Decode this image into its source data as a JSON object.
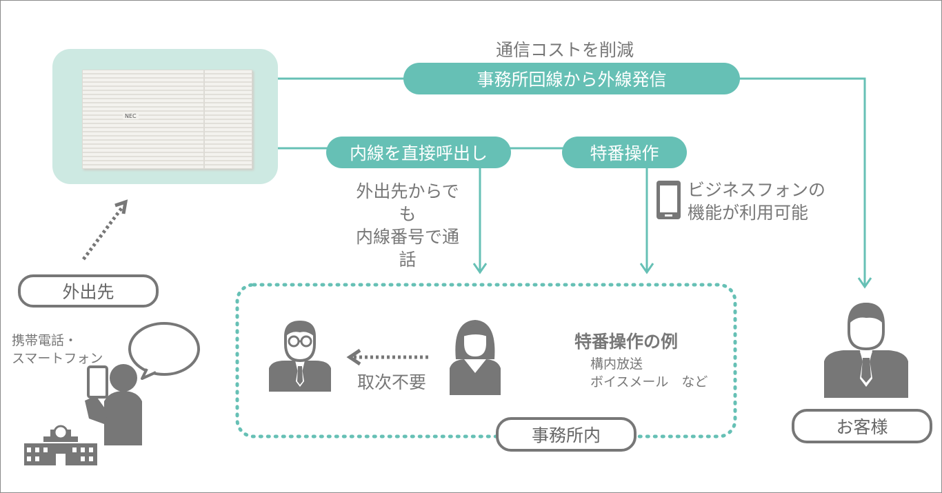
{
  "top": {
    "caption": "通信コストを削減",
    "route_label": "事務所回線から外線発信"
  },
  "middle": {
    "direct_call_label": "内線を直接呼出し",
    "special_op_label": "特番操作",
    "outside_note": [
      "外出先からで",
      "も",
      "内線番号で通",
      "話"
    ],
    "bizphone_note": [
      "ビジネスフォンの",
      "機能が利用可能"
    ]
  },
  "left": {
    "away_label": "外出先",
    "mobile_note": [
      "携帯電話・",
      "スマートフォン"
    ]
  },
  "office": {
    "label": "事務所内",
    "no_transfer": "取次不要",
    "examples_title": "特番操作の例",
    "examples": [
      "構内放送",
      "ボイスメール　など"
    ]
  },
  "customer": {
    "label": "お客様"
  },
  "device": {
    "brand": "NEC"
  },
  "colors": {
    "teal": "#66c0b5",
    "gray": "#777777",
    "panel": "#cde9e2"
  }
}
